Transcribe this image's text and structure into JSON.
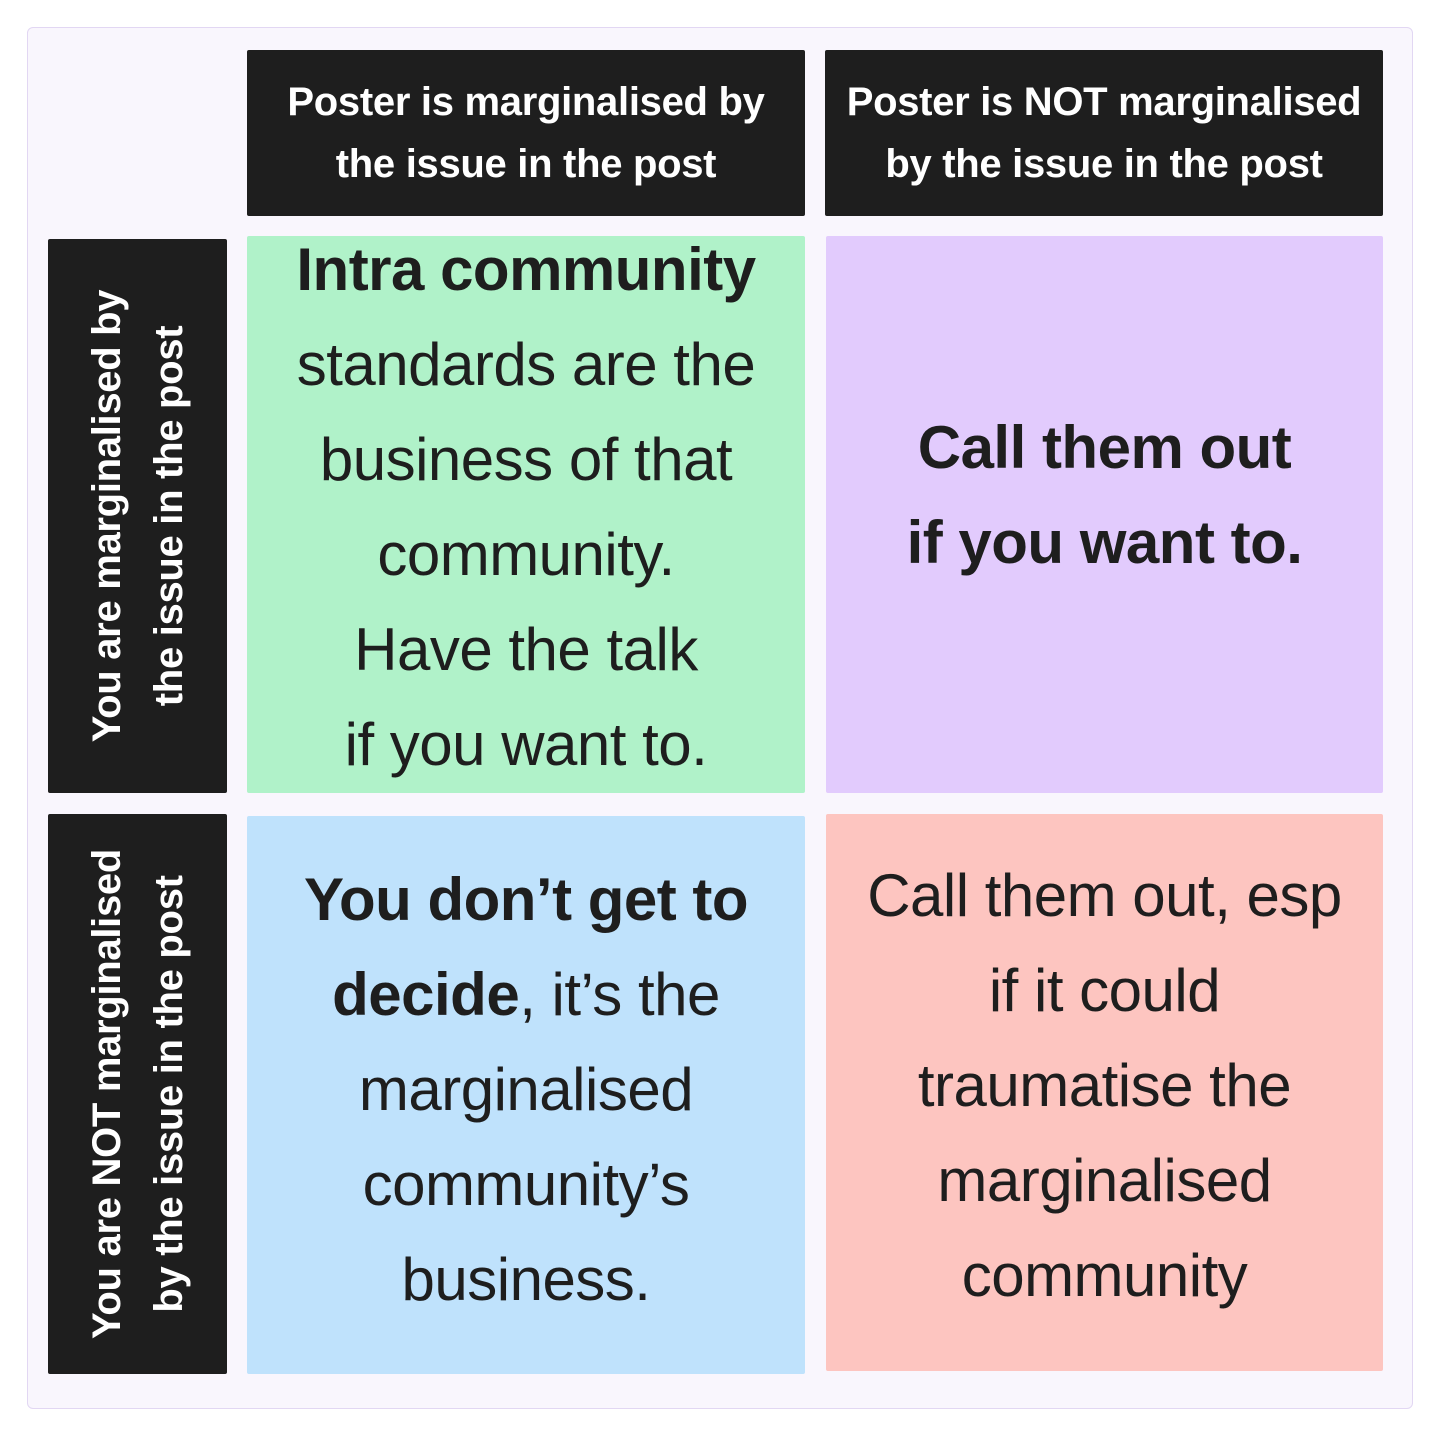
{
  "columns": {
    "left_header": [
      "Poster is marginalised by",
      "the issue in the post"
    ],
    "right_header": [
      "Poster is NOT marginalised",
      "by the issue in the post"
    ]
  },
  "rows": {
    "top_header": [
      "You are marginalised by",
      "the issue in the post"
    ],
    "bottom_header": [
      "You are NOT marginalised",
      "by the issue in the post"
    ]
  },
  "quadrants": {
    "top_left": {
      "color": "#b0f2c9",
      "lines": [
        "Intra community",
        "standards are the",
        "business of that",
        "community.",
        "Have the talk",
        "if you want to."
      ]
    },
    "top_right": {
      "color": "#e2cbfd",
      "lines": [
        "Call them out",
        "if you want to."
      ]
    },
    "bottom_left": {
      "color": "#bfe2fc",
      "line1": "You don’t get to",
      "line2_bold": "decide",
      "line2_rest": ", it’s the",
      "lines_rest": [
        "marginalised",
        "community’s",
        "business."
      ]
    },
    "bottom_right": {
      "color": "#fdc5c0",
      "lines": [
        "Call them out, esp",
        "if it could",
        "traumatise the",
        "marginalised",
        "community"
      ]
    }
  }
}
